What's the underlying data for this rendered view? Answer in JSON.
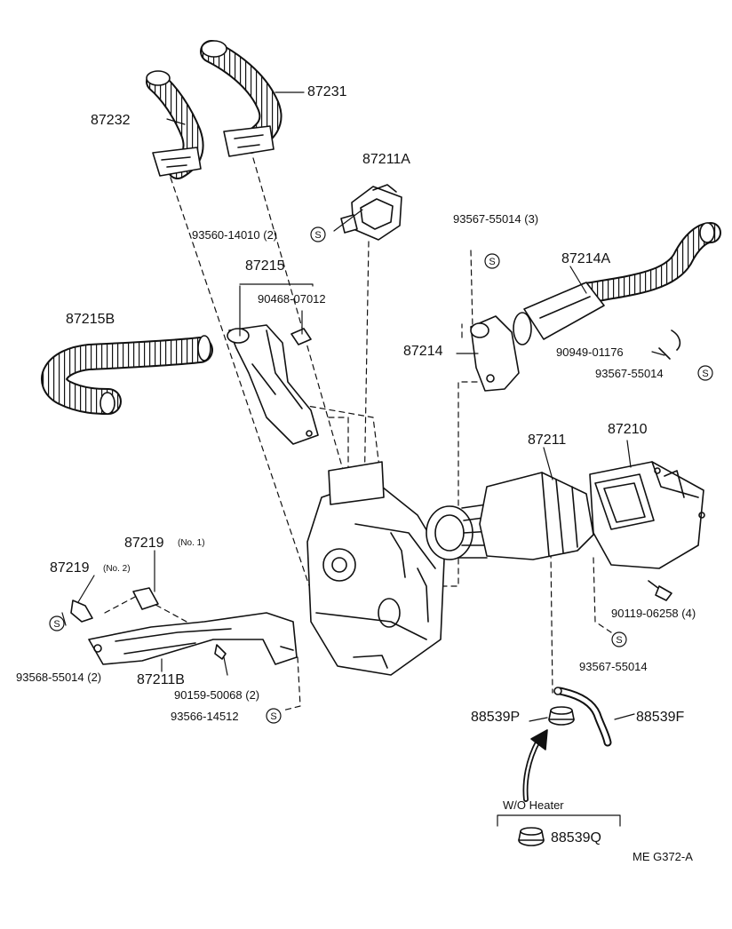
{
  "diagram": {
    "code": "ME  G372-A",
    "labels": {
      "p87232": "87232",
      "p87231": "87231",
      "p87211A": "87211A",
      "p93560_14010": "93560-14010 (2)",
      "p93567_55014_3": "93567-55014 (3)",
      "p87214A": "87214A",
      "p87215": "87215",
      "p90468_07012": "90468-07012",
      "p87215B": "87215B",
      "p87214": "87214",
      "p90949_01176": "90949-01176",
      "p93567_55014_b": "93567-55014",
      "p87211": "87211",
      "p87210": "87210",
      "p87219_no1": "87219",
      "no1": "(No. 1)",
      "p87219_no2": "87219",
      "no2": "(No. 2)",
      "p93568_55014": "93568-55014 (2)",
      "p87211B": "87211B",
      "p90159_50068": "90159-50068 (2)",
      "p93566_14512": "93566-14512",
      "p90119_06258": "90119-06258 (4)",
      "p93567_55014_c": "93567-55014",
      "p88539P": "88539P",
      "p88539F": "88539F",
      "wo_heater": "W/O Heater",
      "p88539Q": "88539Q"
    },
    "s_mark": "S"
  }
}
